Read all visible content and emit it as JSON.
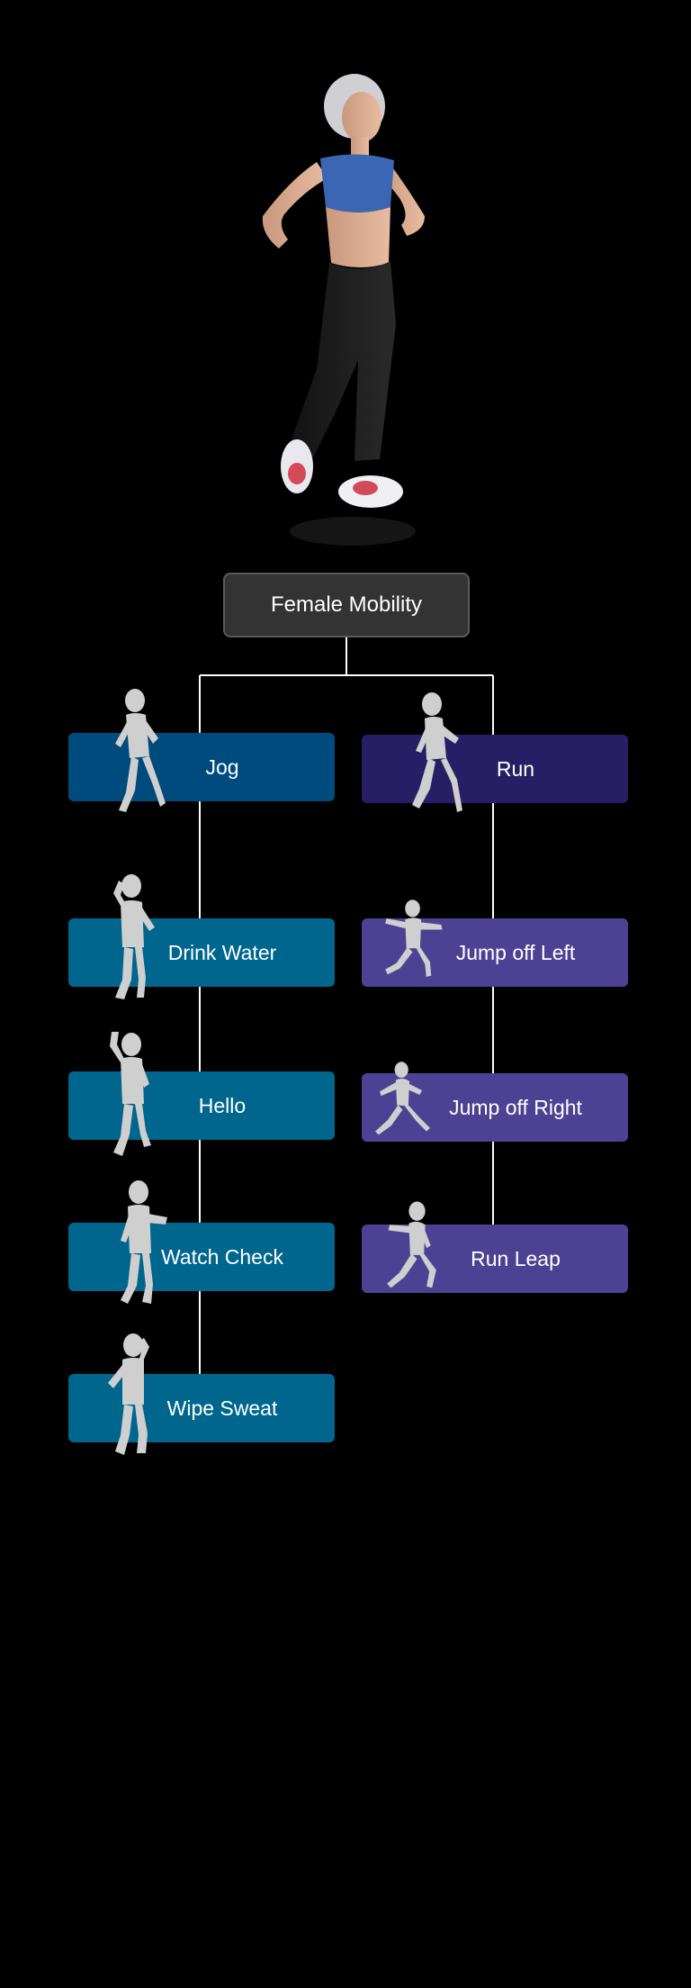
{
  "root": {
    "label": "Female Mobility"
  },
  "left": [
    {
      "label": "Jog",
      "color": "#004b7d"
    },
    {
      "label": "Drink Water",
      "color": "#00668e"
    },
    {
      "label": "Hello",
      "color": "#00668e"
    },
    {
      "label": "Watch Check",
      "color": "#00668e"
    },
    {
      "label": "Wipe Sweat",
      "color": "#00668e"
    }
  ],
  "right": [
    {
      "label": "Run",
      "color": "#271f66"
    },
    {
      "label": "Jump off Left",
      "color": "#4d4193"
    },
    {
      "label": "Jump off Right",
      "color": "#4d4193"
    },
    {
      "label": "Run Leap",
      "color": "#4d4193"
    }
  ],
  "colors": {
    "background": "#000000",
    "connector": "#ffffff"
  }
}
